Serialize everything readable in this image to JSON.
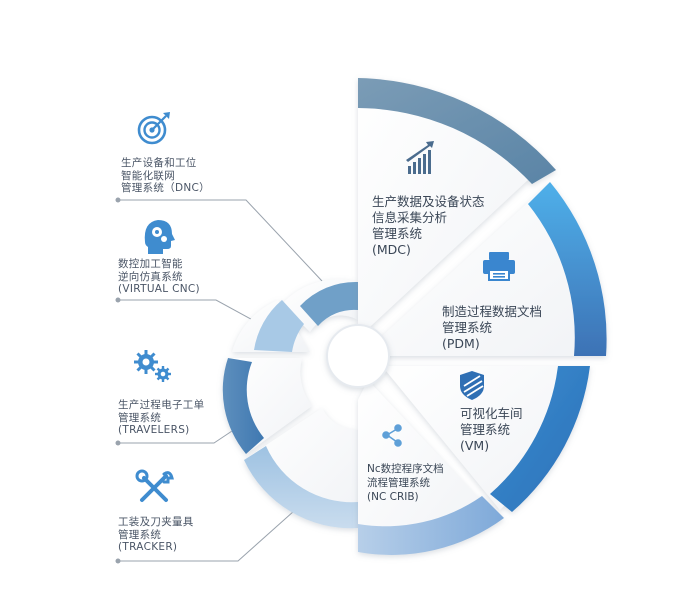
{
  "center_segments": [
    {
      "id": "mdc",
      "lines": [
        "生产数据及设备状态",
        "信息采集分析",
        "管理系统",
        "(MDC)"
      ],
      "icon": "bar-chart-growth-icon",
      "color": "#6d8faa"
    },
    {
      "id": "pdm",
      "lines": [
        "制造过程数据文档",
        "管理系统",
        "(PDM)"
      ],
      "icon": "printer-icon",
      "color": "#4a8fd6"
    },
    {
      "id": "vm",
      "lines": [
        "可视化车间",
        "管理系统",
        "(VM)"
      ],
      "icon": "shield-icon",
      "color": "#2f7ec5"
    },
    {
      "id": "nccrib",
      "lines": [
        "Nc数控程序文档",
        "流程管理系统",
        "(NC CRIB)"
      ],
      "icon": "share-icon",
      "color": "#8fb3dd"
    }
  ],
  "side_items": [
    {
      "id": "dnc",
      "lines": [
        "生产设备和工位",
        "智能化联网",
        "管理系统（DNC）"
      ],
      "icon": "target-icon"
    },
    {
      "id": "virtual-cnc",
      "lines": [
        "数控加工智能",
        "逆向仿真系统",
        "(VIRTUAL CNC)"
      ],
      "icon": "head-gears-icon"
    },
    {
      "id": "travelers",
      "lines": [
        "生产过程电子工单",
        "管理系统",
        "(TRAVELERS)"
      ],
      "icon": "gears-icon"
    },
    {
      "id": "tracker",
      "lines": [
        "工装及刀夹量具",
        "管理系统",
        "(TRACKER)"
      ],
      "icon": "tools-icon"
    }
  ],
  "colors": {
    "text": "#4a5566",
    "icon": "#3f8ccf",
    "line": "#9aa3ad",
    "panel_light": "#ffffff",
    "panel_shade": "#e9edf1"
  }
}
